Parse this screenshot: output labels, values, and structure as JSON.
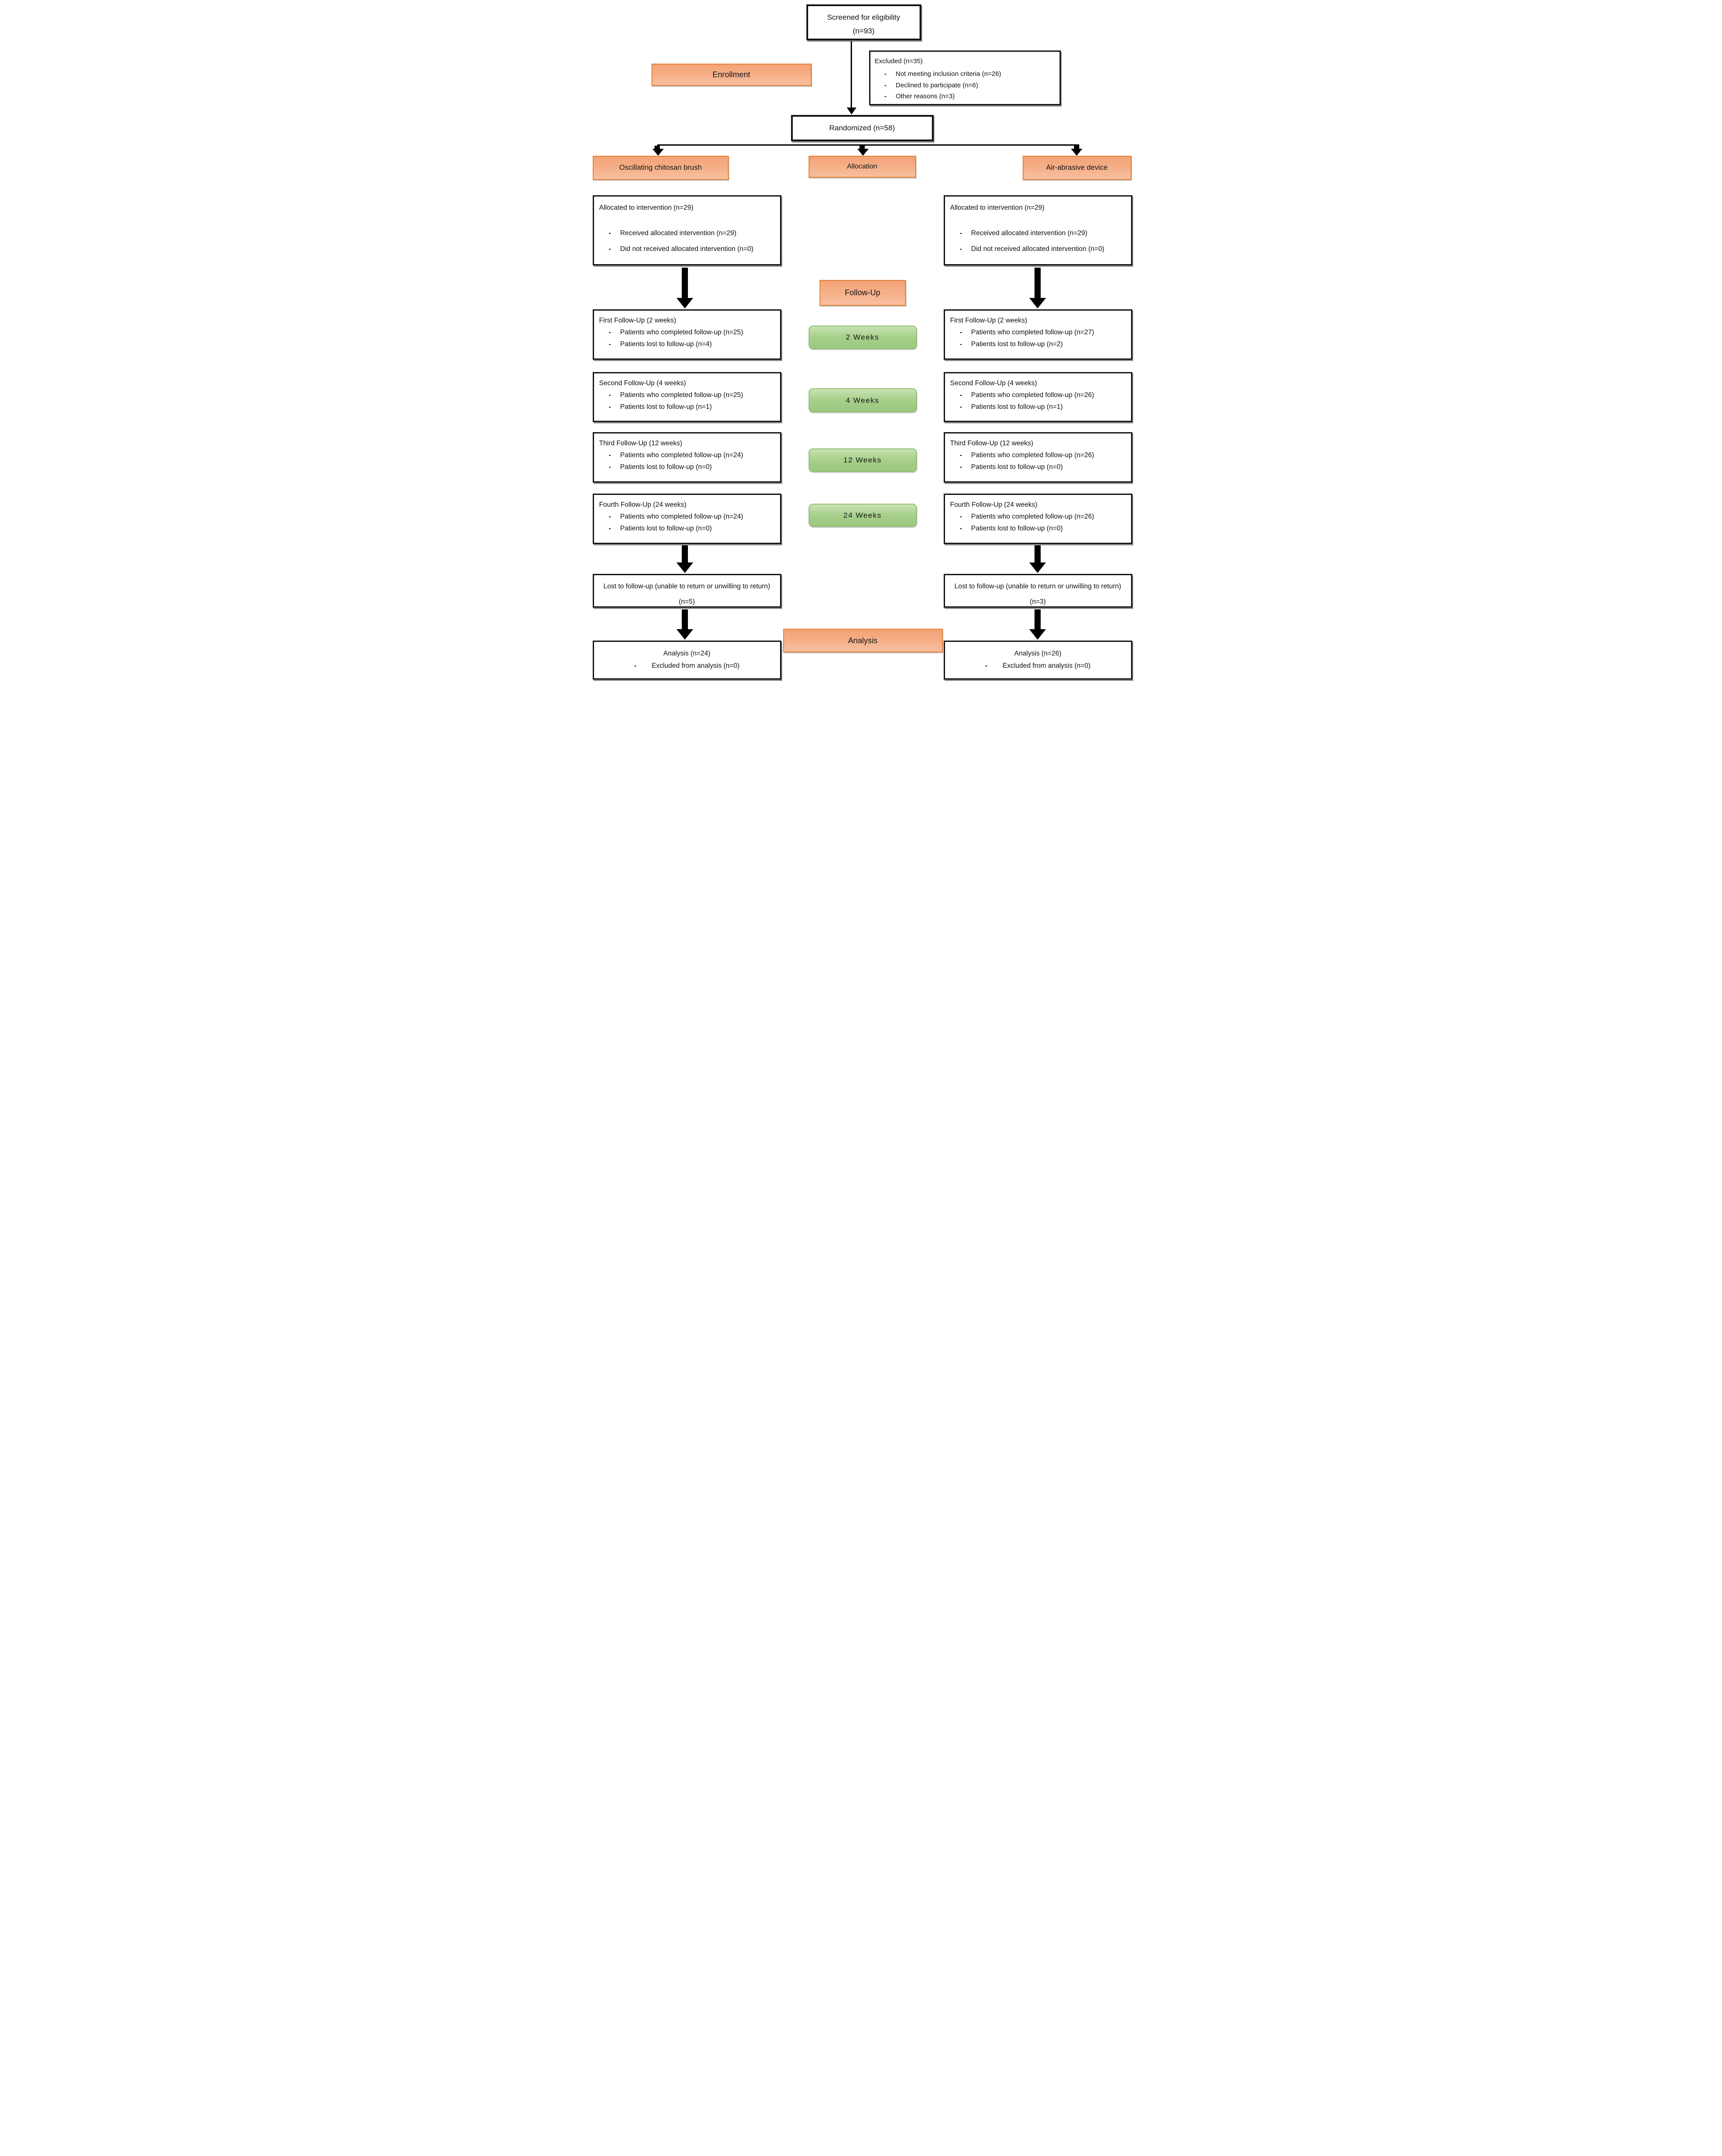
{
  "screened": {
    "line1": "Screened for eligibility",
    "line2": "(n=93)"
  },
  "excluded": {
    "title": "Excluded (n=35)",
    "items": [
      "Not meeting inclusion criteria (n=26)",
      "Declined to participate (n=6)",
      "Other reasons (n=3)"
    ]
  },
  "stages": {
    "enrollment": "Enrollment",
    "allocation": "Allocation",
    "follow_up": "Follow-Up",
    "analysis": "Analysis"
  },
  "randomized": {
    "label": "Randomized (n=58)"
  },
  "arms": {
    "left": "Oscillating chitosan brush",
    "right": "Air-abrasive device"
  },
  "allocation_left": {
    "title": "Allocated to intervention (n=29)",
    "items": [
      "Received allocated intervention (n=29)",
      "Did not received allocated intervention (n=0)"
    ]
  },
  "allocation_right": {
    "title": "Allocated to intervention (n=29)",
    "items": [
      "Received allocated intervention (n=29)",
      "Did not received allocated intervention (n=0)"
    ]
  },
  "week_labels": [
    "2 Weeks",
    "4 Weeks",
    "12 Weeks",
    "24 Weeks"
  ],
  "followups_left": [
    {
      "title": "First Follow-Up (2 weeks)",
      "items": [
        "Patients who completed follow-up (n=25)",
        "Patients lost to follow-up (n=4)"
      ]
    },
    {
      "title": "Second Follow-Up (4 weeks)",
      "items": [
        "Patients who completed follow-up (n=25)",
        "Patients lost to follow-up (n=1)"
      ]
    },
    {
      "title": "Third Follow-Up (12 weeks)",
      "items": [
        "Patients who completed follow-up (n=24)",
        "Patients lost to follow-up (n=0)"
      ]
    },
    {
      "title": "Fourth Follow-Up (24 weeks)",
      "items": [
        "Patients who completed follow-up (n=24)",
        "Patients lost to follow-up (n=0)"
      ]
    }
  ],
  "followups_right": [
    {
      "title": "First Follow-Up (2 weeks)",
      "items": [
        "Patients who completed follow-up (n=27)",
        "Patients lost to follow-up (n=2)"
      ]
    },
    {
      "title": "Second Follow-Up (4 weeks)",
      "items": [
        "Patients who completed follow-up (n=26)",
        "Patients lost to follow-up (n=1)"
      ]
    },
    {
      "title": "Third Follow-Up (12 weeks)",
      "items": [
        "Patients who completed follow-up (n=26)",
        "Patients lost to follow-up (n=0)"
      ]
    },
    {
      "title": "Fourth Follow-Up (24 weeks)",
      "items": [
        "Patients who completed follow-up (n=26)",
        "Patients lost to follow-up (n=0)"
      ]
    }
  ],
  "lost_left": {
    "text": "Lost to follow-up (unable to return or unwilling to return) (n=5)"
  },
  "lost_right": {
    "text": "Lost to follow-up (unable to return or unwilling to return) (n=3)"
  },
  "analysis_left": {
    "title": "Analysis (n=24)",
    "item": "Excluded from analysis (n=0)"
  },
  "analysis_right": {
    "title": "Analysis (n=26)",
    "item": "Excluded from analysis (n=0)"
  },
  "colors": {
    "orange_border": "#e87e35",
    "orange_fill": "#f5ae86",
    "green_border": "#94be77",
    "green_fill": "#a6cf8a",
    "box_border": "#141414"
  }
}
